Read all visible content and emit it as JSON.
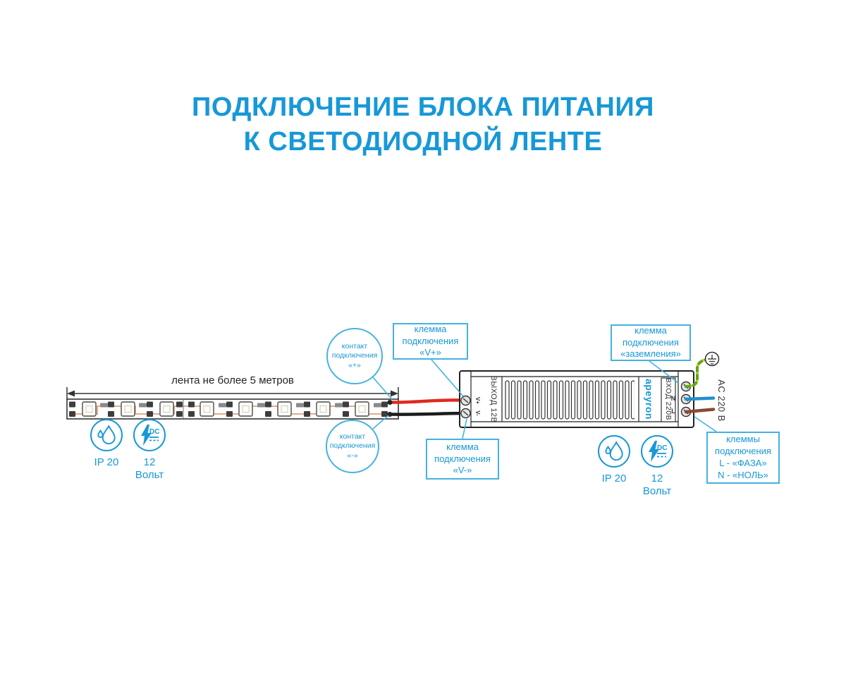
{
  "title": {
    "line1": "ПОДКЛЮЧЕНИЕ БЛОКА ПИТАНИЯ",
    "line2": "К СВЕТОДИОДНОЙ ЛЕНТЕ"
  },
  "strip": {
    "dimension_label": "лента не более 5 метров"
  },
  "callouts": {
    "contact_plus": "контакт\nподключения\n«+»",
    "contact_minus": "контакт\nподключения\n«-»",
    "terminal_vplus": "клемма\nподключения\n«V+»",
    "terminal_vminus": "клемма\nподключения\n«V-»",
    "terminal_ground": "клемма\nподключения\n«заземления»",
    "terminals_ln": "клеммы\nподключения\nL - «ФАЗА»\nN - «НОЛЬ»"
  },
  "psu": {
    "output_label": "ВЫХОД 12В",
    "brand": "apeyron",
    "input_label": "ВХОД 220В",
    "terminal_vplus": "V+",
    "terminal_vminus": "V-",
    "terminal_n": "N",
    "terminal_l": "L",
    "ac_label": "AC 220 В"
  },
  "badges": {
    "strip": {
      "ip": "IP 20",
      "dc": "DC",
      "voltage_value": "12",
      "voltage_unit": "Вольт"
    },
    "psu": {
      "ip": "IP 20",
      "dc": "DC",
      "voltage_value": "12",
      "voltage_unit": "Вольт"
    }
  },
  "colors": {
    "accent": "#1798d7",
    "callout_border": "#45b1e3",
    "wire_red": "#e02a20",
    "wire_black": "#1c1c1c",
    "wire_blue": "#1f8fd0",
    "wire_brown": "#8a4a32",
    "wire_ground_yellow": "#d4cf2a",
    "wire_ground_green": "#58a822"
  }
}
